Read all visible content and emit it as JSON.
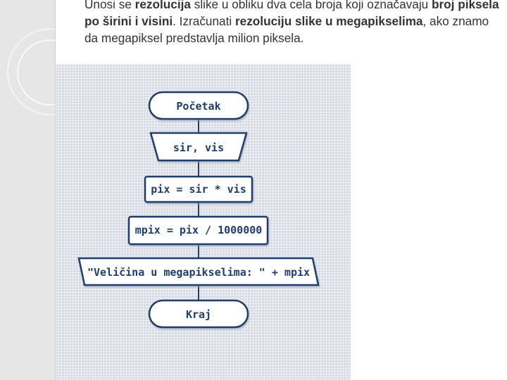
{
  "task": {
    "p1": "Unosi se ",
    "b1": "rezolucija",
    "p2": " slike u obliku dva cela broja koji označavaju ",
    "b2": "broj piksela po širini i visini",
    "p3": ". Izračunati ",
    "b3": "rezoluciju slike u megapikselima",
    "p4": ", ako znamo da megapiksel predstavlja milion piksela."
  },
  "flowchart": {
    "start": "Početak",
    "input": "sir, vis",
    "step1": "pix = sir * vis",
    "step2": "mpix = pix / 1000000",
    "output": "\"Veličina u megapikselima: \" + mpix",
    "end": "Kraj"
  },
  "colors": {
    "node_fill": "#ffffff",
    "node_stroke": "#1f3d6e",
    "text": "#1f3d6e",
    "grid_bg": "#d6dbe3"
  }
}
